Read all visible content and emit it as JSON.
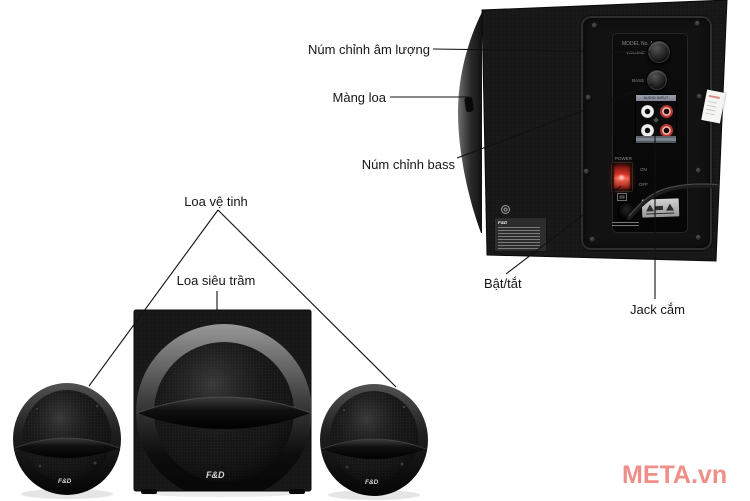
{
  "annotations": {
    "volume": "Núm chỉnh âm lượng",
    "membrane": "Màng loa",
    "bass": "Núm chỉnh bass",
    "satellites": "Loa vệ tinh",
    "subwoofer": "Loa siêu trầm",
    "power": "Bật/tắt",
    "jack": "Jack cắm"
  },
  "rear_panel": {
    "model": "MODEL No. A110",
    "volume": "VOLUME",
    "bass": "BASS",
    "audio_input": "AUDIO INPUT",
    "power": "POWER",
    "on": "ON",
    "off": "OFF"
  },
  "brand": "F&D",
  "watermark": "META.vn",
  "colors": {
    "watermark": "#ee8f89",
    "power_switch_red": "#d8352a",
    "rca_red": "#b5342f",
    "rca_white": "#efefef",
    "annotation_text": "#151515"
  }
}
